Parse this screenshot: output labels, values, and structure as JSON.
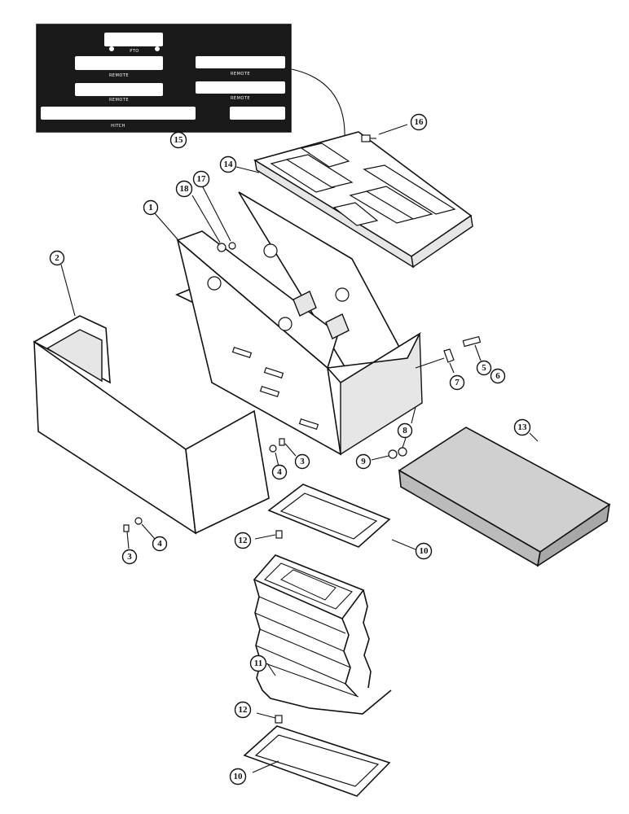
{
  "decal": {
    "labels": [
      "PTO",
      "REMOTE",
      "REMOTE",
      "REMOTE",
      "REMOTE",
      "HITCH"
    ]
  },
  "callouts": [
    {
      "id": "c1",
      "number": "1"
    },
    {
      "id": "c2",
      "number": "2"
    },
    {
      "id": "c3a",
      "number": "3"
    },
    {
      "id": "c3b",
      "number": "3"
    },
    {
      "id": "c4a",
      "number": "4"
    },
    {
      "id": "c4b",
      "number": "4"
    },
    {
      "id": "c5",
      "number": "5"
    },
    {
      "id": "c6",
      "number": "6"
    },
    {
      "id": "c7",
      "number": "7"
    },
    {
      "id": "c8",
      "number": "8"
    },
    {
      "id": "c9",
      "number": "9"
    },
    {
      "id": "c10a",
      "number": "10"
    },
    {
      "id": "c10b",
      "number": "10"
    },
    {
      "id": "c11",
      "number": "11"
    },
    {
      "id": "c12a",
      "number": "12"
    },
    {
      "id": "c12b",
      "number": "12"
    },
    {
      "id": "c13",
      "number": "13"
    },
    {
      "id": "c14",
      "number": "14"
    },
    {
      "id": "c15",
      "number": "15"
    },
    {
      "id": "c16",
      "number": "16"
    },
    {
      "id": "c17",
      "number": "17"
    },
    {
      "id": "c18",
      "number": "18"
    }
  ]
}
